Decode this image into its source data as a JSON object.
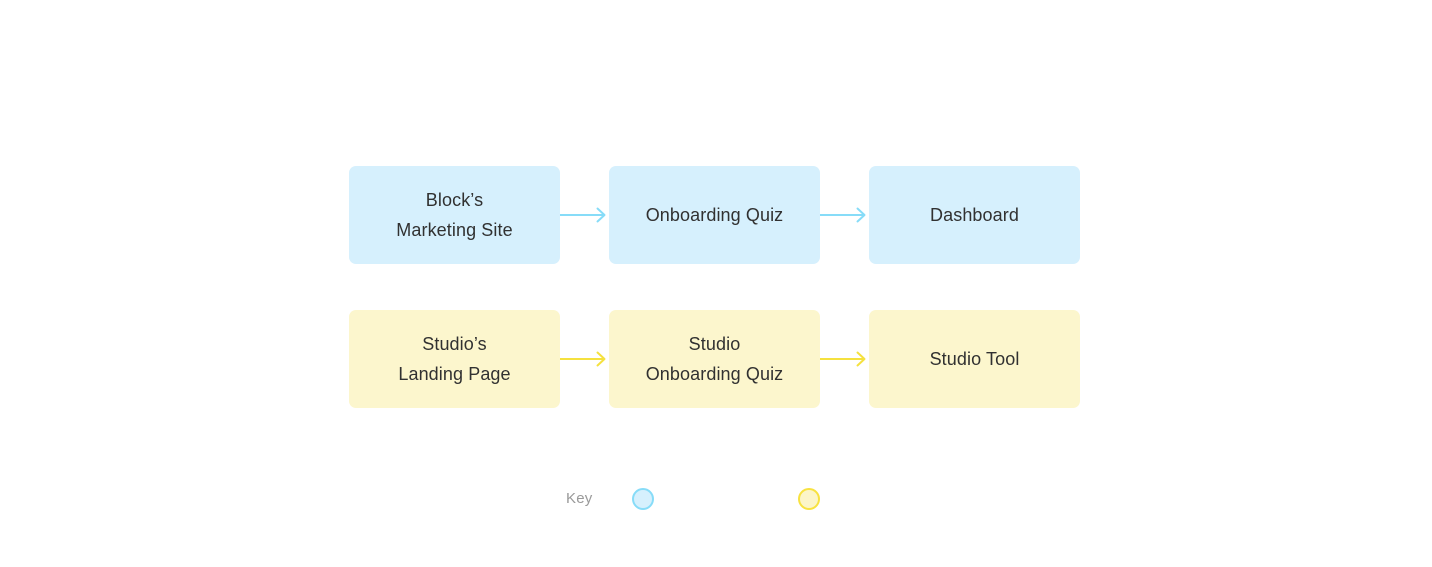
{
  "diagram": {
    "background_color": "#ffffff",
    "rows": [
      {
        "id": "blue-track",
        "fill_color": "#d6f0fd",
        "arrow_color": "#87dcf8",
        "nodes": [
          {
            "label": "Block’s\nMarketing Site"
          },
          {
            "label": "Onboarding Quiz"
          },
          {
            "label": "Dashboard"
          }
        ],
        "connectors": [
          {
            "name": "arrow-right-icon"
          },
          {
            "name": "arrow-right-icon"
          }
        ]
      },
      {
        "id": "yellow-track",
        "fill_color": "#fcf6cd",
        "arrow_color": "#f5e13f",
        "nodes": [
          {
            "label": "Studio’s\nLanding Page"
          },
          {
            "label": "Studio\nOnboarding Quiz"
          },
          {
            "label": "Studio Tool"
          }
        ],
        "connectors": [
          {
            "name": "arrow-right-icon"
          },
          {
            "name": "arrow-right-icon"
          }
        ]
      }
    ]
  },
  "key": {
    "label": "Key",
    "label_color": "#9a9a9a",
    "swatches": [
      {
        "name": "key-swatch-blue",
        "label": "",
        "fill": "#d6f0fd",
        "stroke": "#87dcf8"
      },
      {
        "name": "key-swatch-yellow",
        "label": "",
        "fill": "#fcf5c8",
        "stroke": "#f8e240"
      }
    ]
  }
}
